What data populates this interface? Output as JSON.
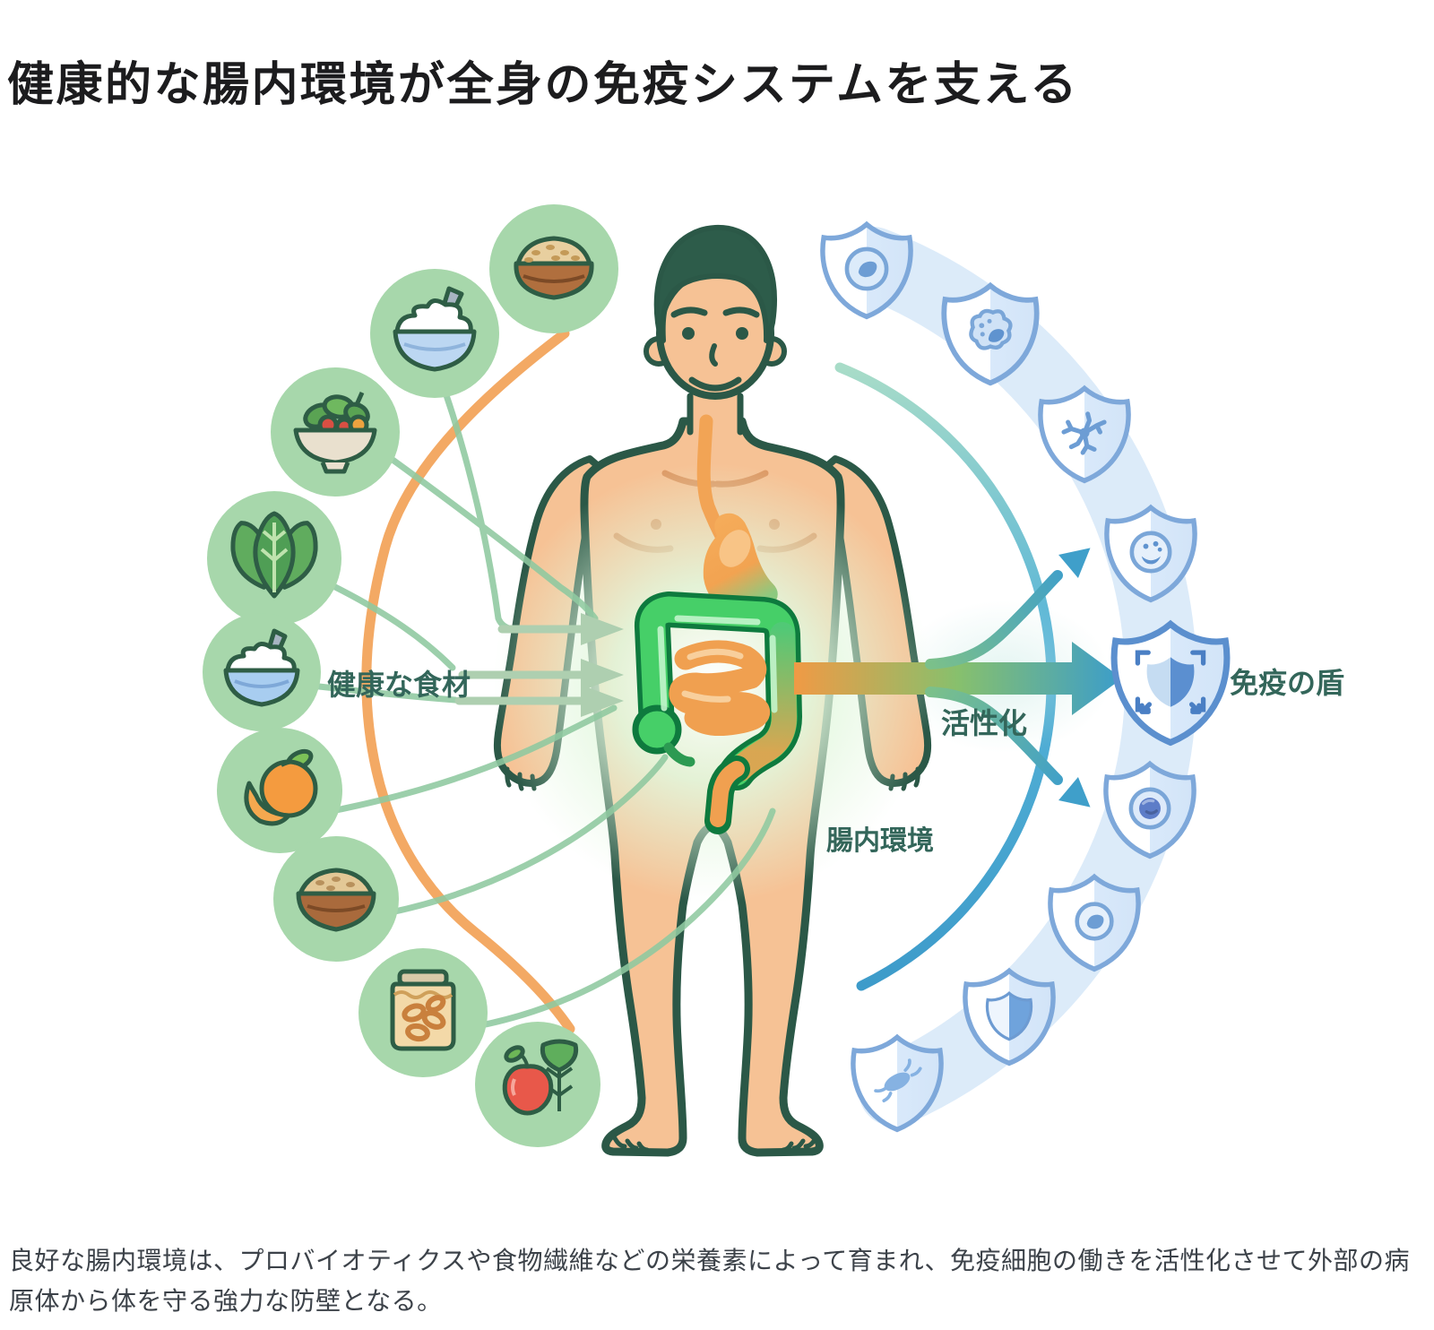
{
  "page": {
    "title": "健康的な腸内環境が全身の免疫システムを支える",
    "caption": "良好な腸内環境は、プロバイオティクスや食物繊維などの栄養素によって育まれ、免疫細胞の働きを活性化させて外部の病原体から体を守る強力な防壁となる。",
    "background": "#ffffff"
  },
  "diagram": {
    "labels": {
      "healthy_foods": "健康な食材",
      "activation": "活性化",
      "gut_environment": "腸内環境",
      "immune_shield": "免疫の盾"
    },
    "foods": {
      "circle_color": "#a7d7ab",
      "items": [
        "grain-bowl-icon",
        "yogurt-bowl-icon",
        "salad-bowl-icon",
        "leafy-greens-icon",
        "rice-porridge-bowl-icon",
        "orange-fruit-icon",
        "brown-rice-bowl-icon",
        "fermented-jar-icon",
        "apple-and-greens-icon"
      ]
    },
    "shields": {
      "color": "#7ea8da",
      "items": [
        "immune-cell-shield-icon",
        "macrophage-shield-icon",
        "dendritic-cell-shield-icon",
        "b-cell-shield-icon",
        "main-immune-shield-icon",
        "t-cell-shield-icon",
        "lymphocyte-shield-icon",
        "mini-shield-icon",
        "pathogen-shield-icon"
      ]
    },
    "colors": {
      "outline_green": "#2b5847",
      "skin": "#f6c295",
      "hair_green": "#2d5c4a",
      "gut_green": "#3fc468",
      "gut_orange": "#f0a050",
      "accent_orange": "#f2a45c",
      "accent_green": "#8fc9a0",
      "pale_arrow_green": "#aecfb0",
      "shield_blue": "#7ea8da",
      "band_blue": "#d9e9f8",
      "teal": "#47a9d2",
      "label_green": "#33665a",
      "arrow_gradient": [
        "#f09a45",
        "#87c06d",
        "#3b9dcb"
      ]
    }
  }
}
